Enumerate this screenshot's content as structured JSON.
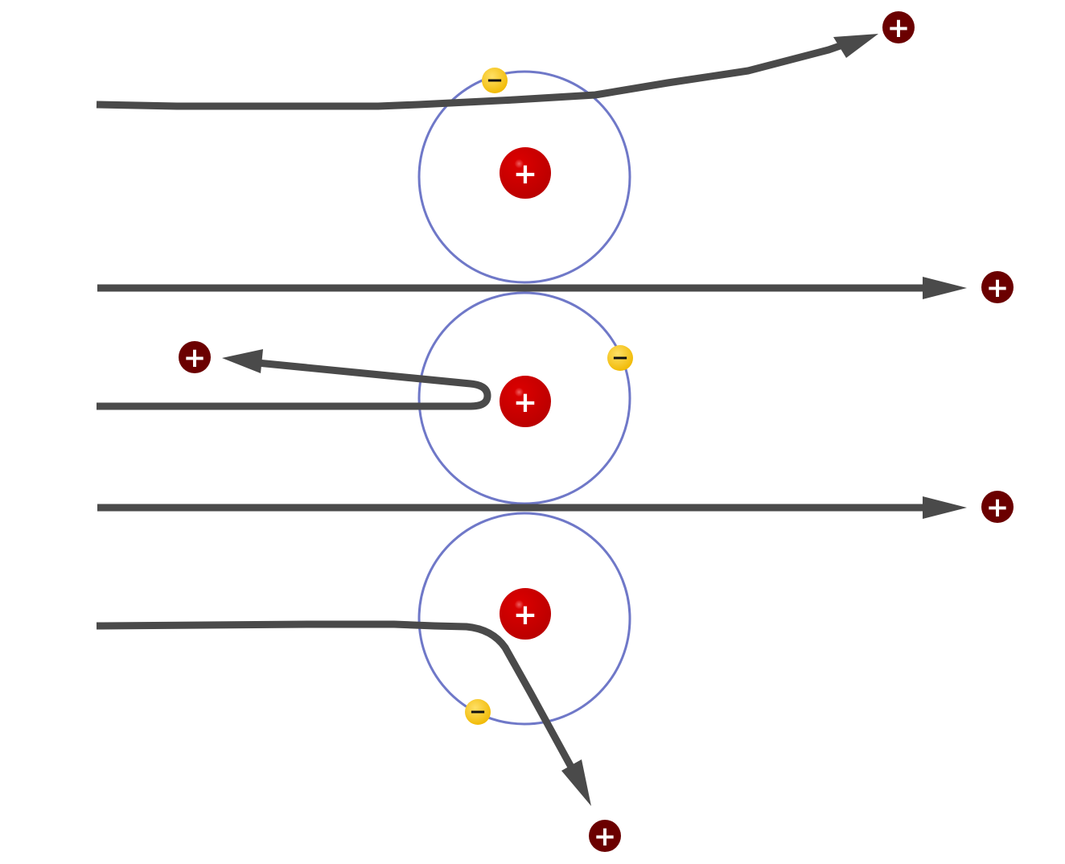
{
  "diagram": {
    "scene": "alpha-particle-scattering-by-atoms",
    "colors": {
      "background": "#ffffff",
      "orbit": "#6f78c8",
      "trajectory": "#4a4a4a",
      "nucleus": "#c40000",
      "alpha_particle": "#6b0000",
      "electron": "#f2c020"
    },
    "symbols": {
      "positive_charge": "+",
      "negative_charge": "−"
    },
    "atoms": [
      {
        "id": "atom-top",
        "nucleus_charge": "+",
        "electron_charge": "−"
      },
      {
        "id": "atom-middle",
        "nucleus_charge": "+",
        "electron_charge": "−"
      },
      {
        "id": "atom-bottom",
        "nucleus_charge": "+",
        "electron_charge": "−"
      }
    ],
    "trajectories": [
      {
        "id": "deflected-slightly-upward",
        "particle_charge": "+"
      },
      {
        "id": "passes-straight-1",
        "particle_charge": "+"
      },
      {
        "id": "bounces-back",
        "particle_charge": "+"
      },
      {
        "id": "passes-straight-2",
        "particle_charge": "+"
      },
      {
        "id": "deflected-downward",
        "particle_charge": "+"
      }
    ]
  }
}
